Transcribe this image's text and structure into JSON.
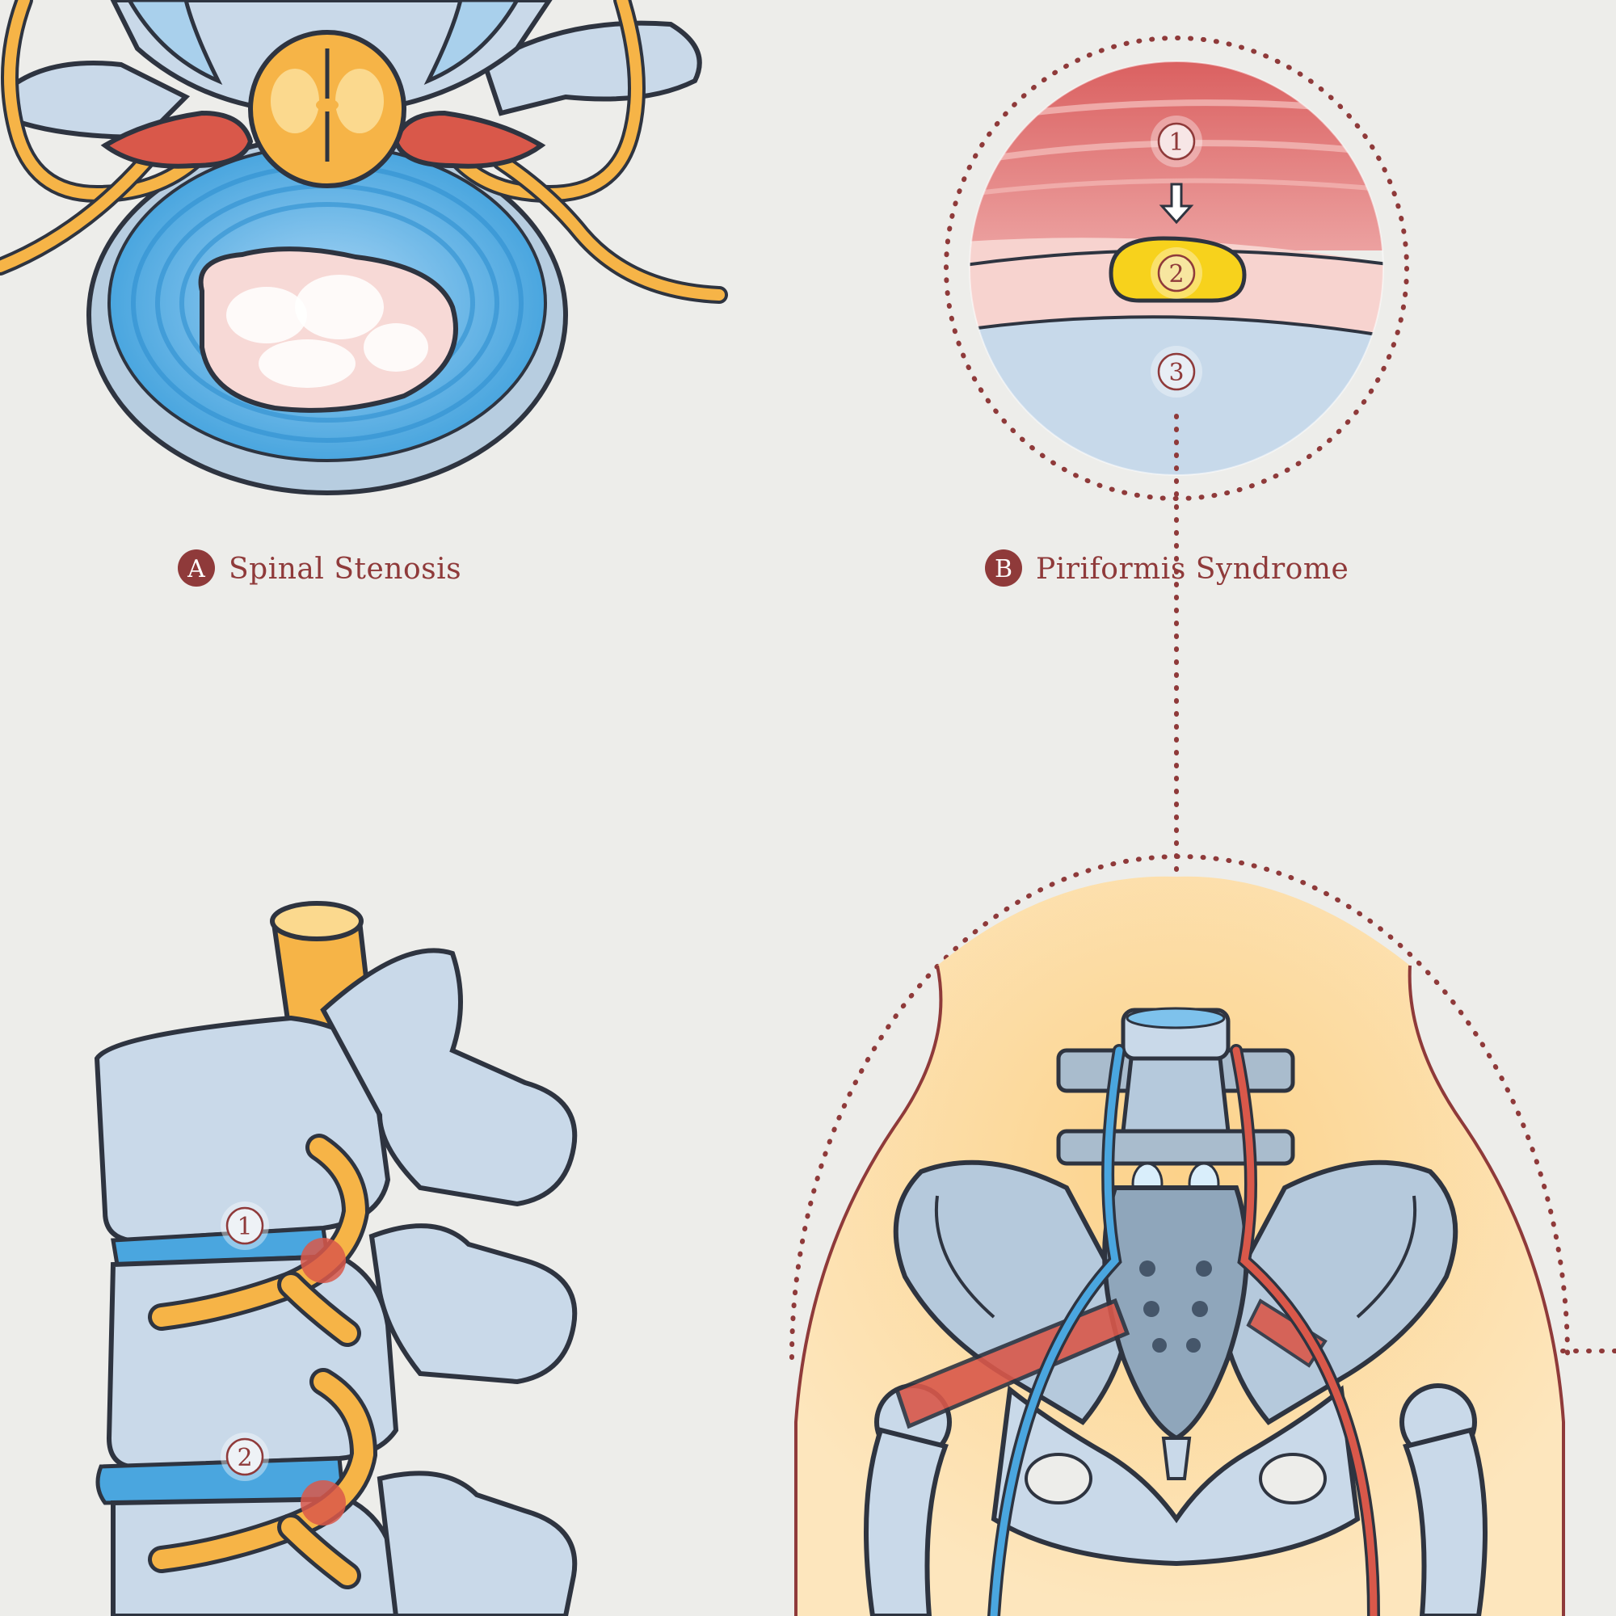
{
  "panels": {
    "a": {
      "letter": "A",
      "title": "Spinal Stenosis"
    },
    "b": {
      "letter": "B",
      "title": "Piriformis Syndrome"
    }
  },
  "callouts": {
    "muscle_layers": [
      "1",
      "2",
      "3"
    ],
    "spine_side": [
      "1",
      "2"
    ]
  },
  "colors": {
    "background": "#ededea",
    "bone": "#c9d9e9",
    "outline": "#2e3440",
    "disc_blue": "#4aa6df",
    "nerve_orange": "#f6b447",
    "inflamed_red": "#d9584a",
    "muscle_red": "#d96a66",
    "nerve_yellow": "#f7d21c",
    "skin": "#fbd89a",
    "dotted": "#8f3a3a"
  }
}
